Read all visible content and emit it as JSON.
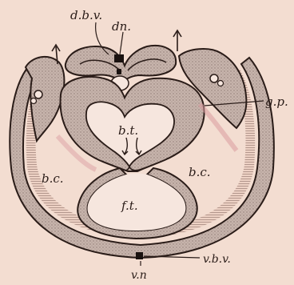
{
  "labels": {
    "dbv": "d.b.v.",
    "dn": "dn.",
    "gp": "g.p.",
    "bt": "b.t.",
    "bc_left": "b.c.",
    "bc_right": "b.c.",
    "ft": "f.t.",
    "vbv": "v.b.v.",
    "vn": "v.n"
  },
  "colors": {
    "background": "#f3ddd1",
    "tissue": "#c4b0a8",
    "outline": "#2a1c18",
    "pink_tint": "#d99a9e"
  }
}
